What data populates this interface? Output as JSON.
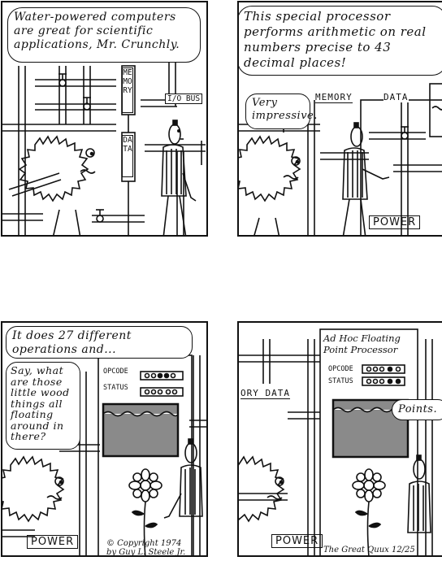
{
  "panel1": {
    "caption": "Water-powered computers are great for scientific applications, Mr. Crunchly.",
    "memory_label": "MEMORY",
    "io_bus_label": "I/O BUS",
    "data_label": "DATA"
  },
  "panel2": {
    "caption": "This special processor performs arithmetic on real numbers precise to 43 decimal places!",
    "reply": "Very impressive.",
    "memory_label": "MEMORY",
    "data_label": "DATA",
    "power_label": "POWER"
  },
  "panel3": {
    "caption": "It does 27 different operations and...",
    "question": "Say, what are those little wood things all floating around in there?",
    "opcode_label": "OPCODE",
    "status_label": "STATUS",
    "power_label": "POWER",
    "copyright": "© Copyright 1974 by Guy L. Steele Jr."
  },
  "panel4": {
    "title_line1": "Ad Hoc Floating",
    "title_line2": "Point Processor",
    "opcode_label": "OPCODE",
    "status_label": "STATUS",
    "memory_label": "ORY DATA",
    "reply": "Points.",
    "power_label": "POWER",
    "signature": "The Great Quux 12/25"
  }
}
